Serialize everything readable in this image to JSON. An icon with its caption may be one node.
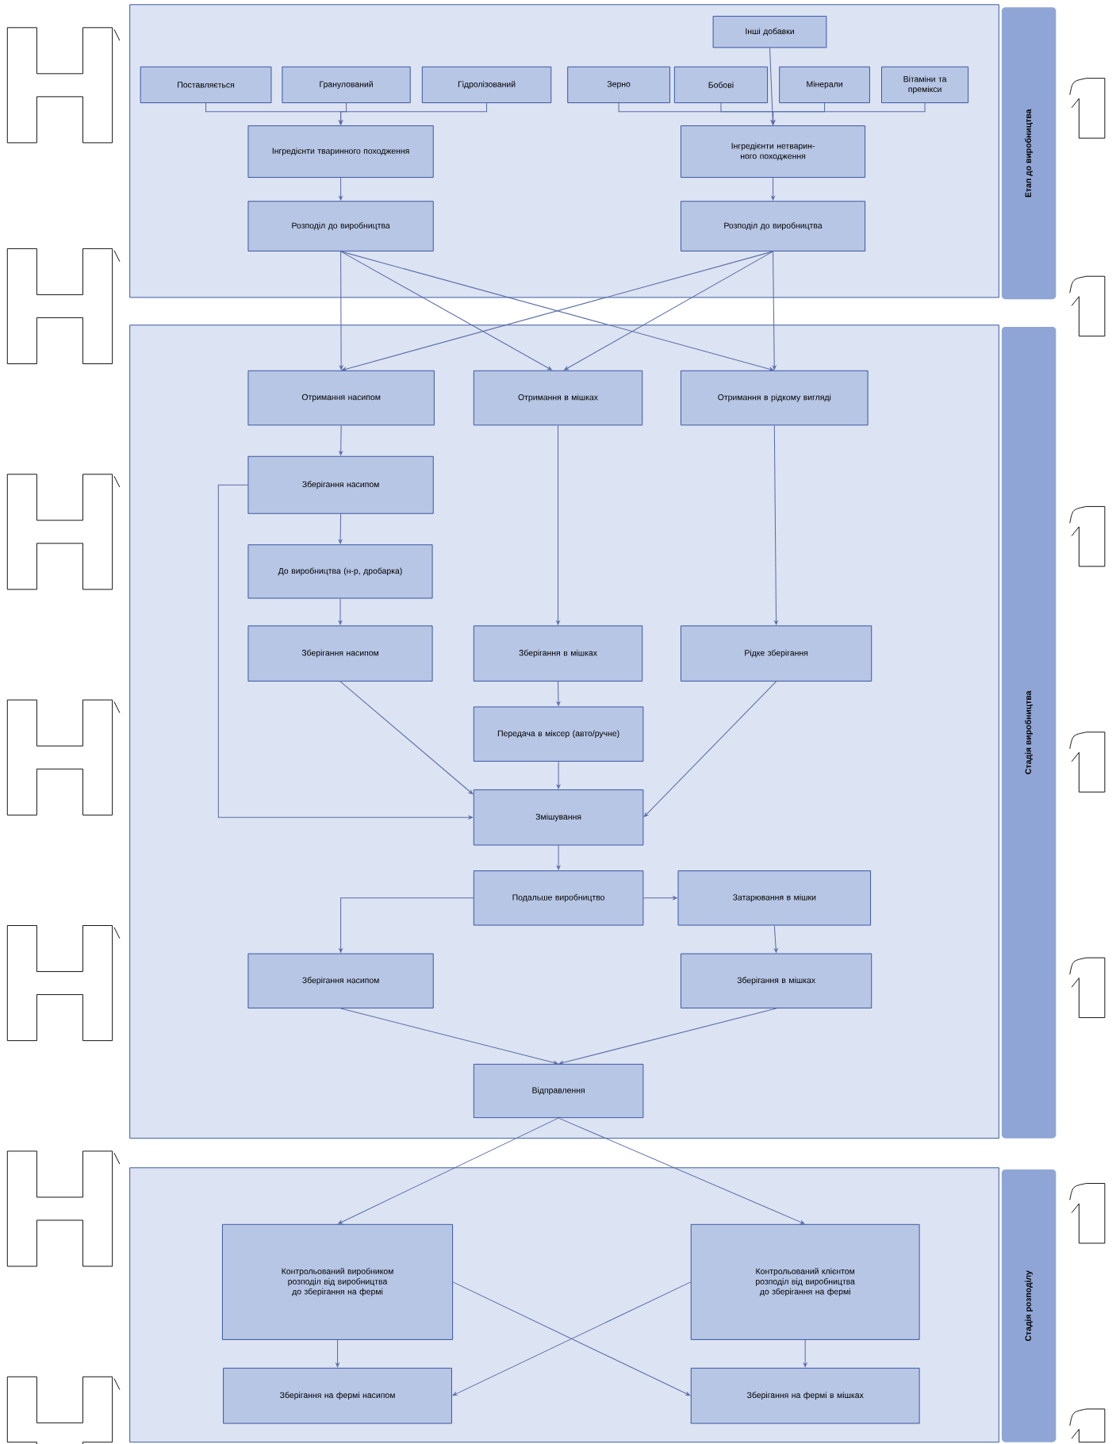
{
  "diagram": {
    "nodes": [
      {
        "text": [],
        "shape": "box"
      },
      {
        "text": [
          "Етап до виробництва"
        ]
      },
      {
        "text": [
          "Інші добавки"
        ],
        "in": 0
      },
      {
        "text": [
          "Поставляється"
        ],
        "in": 0
      },
      {
        "text": [
          "Гранулований"
        ],
        "in": 0
      },
      {
        "text": [
          "Гідролізований"
        ],
        "in": 0
      },
      {
        "text": [
          "Зерно"
        ],
        "in": 0
      },
      {
        "text": [
          "Бобові"
        ],
        "in": 0
      },
      {
        "text": [
          "Мінерали"
        ],
        "in": 0
      },
      {
        "text": [
          "Вітаміни та премікси"
        ],
        "in": 0
      },
      {
        "text": [
          "Інгредієнти тваринного походження"
        ],
        "in": 0
      },
      {
        "text": [
          "Інгредієнти нетварин-ного походження"
        ],
        "in": 0
      },
      {
        "text": [
          "Розподіл до виробництва"
        ],
        "in": 0
      },
      {
        "text": [
          "Розподіл до виробництва"
        ],
        "in": 0
      },
      {
        "text": [],
        "shape": "box"
      },
      {
        "text": [
          "Стадія виробництва"
        ]
      },
      {
        "text": [
          "Отримання насипом"
        ],
        "in": 14
      },
      {
        "text": [
          "Отримання в мішках"
        ],
        "in": 14
      },
      {
        "text": [
          "Отримання в рідкому вигляді"
        ],
        "in": 14
      },
      {
        "text": [
          "Зберігання насипом"
        ],
        "in": 14
      },
      {
        "text": [
          "До виробництва (н-р, дробарка)"
        ],
        "in": 14
      },
      {
        "text": [
          "Зберігання насипом"
        ],
        "in": 14
      },
      {
        "text": [
          "Зберігання в мішках"
        ],
        "in": 14
      },
      {
        "text": [
          "Рідке зберігання"
        ],
        "in": 14
      },
      {
        "text": [
          "Передача в міксер (авто/ручне)"
        ],
        "in": 14
      },
      {
        "text": [
          "Змішування"
        ],
        "in": 14
      },
      {
        "text": [
          "Подальше виробництво"
        ],
        "in": 14
      },
      {
        "text": [
          "Затарювання в мішки"
        ],
        "in": 14
      },
      {
        "text": [
          "Зберігання насипом"
        ],
        "in": 14
      },
      {
        "text": [
          "Зберігання в мішках"
        ],
        "in": 14
      },
      {
        "text": [
          "Відправлення"
        ],
        "in": 14
      },
      {
        "text": [],
        "shape": "box"
      },
      {
        "text": [
          "Стадія розподілу"
        ]
      },
      {
        "text": [
          "Контрольований виробником розподіл від виробництва до зберігання на фермі"
        ],
        "in": 31
      },
      {
        "text": [
          "Контрольований клієнтом розподіл від виробництва до зберігання на фермі"
        ],
        "in": 31
      },
      {
        "text": [
          "Зберігання на фермі насипом"
        ],
        "in": 31
      },
      {
        "text": [
          "Зберігання на фермі в мішках"
        ],
        "in": 31
      }
    ],
    "edges": [
      {
        "from": 3,
        "to": 10,
        "arrow": "to"
      },
      {
        "from": 4,
        "to": 10,
        "arrow": "to"
      },
      {
        "from": 5,
        "to": 10,
        "arrow": "to"
      },
      {
        "from": 6,
        "to": 11,
        "arrow": "to"
      },
      {
        "from": 7,
        "to": 11,
        "arrow": "to"
      },
      {
        "from": 8,
        "to": 11,
        "arrow": "to"
      },
      {
        "from": 9,
        "to": 11,
        "arrow": "to"
      },
      {
        "from": 2,
        "to": 11,
        "arrow": "to"
      },
      {
        "from": 10,
        "to": 12,
        "arrow": "to"
      },
      {
        "from": 11,
        "to": 13,
        "arrow": "to"
      },
      {
        "from": 12,
        "to": 16,
        "arrow": "to"
      },
      {
        "from": 12,
        "to": 17,
        "arrow": "to"
      },
      {
        "from": 12,
        "to": 18,
        "arrow": "to"
      },
      {
        "from": 13,
        "to": 16,
        "arrow": "to"
      },
      {
        "from": 13,
        "to": 17,
        "arrow": "to"
      },
      {
        "from": 13,
        "to": 18,
        "arrow": "to"
      },
      {
        "from": 16,
        "to": 19,
        "arrow": "to"
      },
      {
        "from": 19,
        "to": 20,
        "arrow": "to"
      },
      {
        "from": 20,
        "to": 21,
        "arrow": "to"
      },
      {
        "from": 19,
        "to": 25,
        "arrow": "to"
      },
      {
        "from": 17,
        "to": 22,
        "arrow": "to"
      },
      {
        "from": 18,
        "to": 23,
        "arrow": "to"
      },
      {
        "from": 21,
        "to": 25,
        "arrow": "to"
      },
      {
        "from": 22,
        "to": 24,
        "arrow": "to"
      },
      {
        "from": 24,
        "to": 25,
        "arrow": "to"
      },
      {
        "from": 23,
        "to": 25,
        "arrow": "to"
      },
      {
        "from": 25,
        "to": 26,
        "arrow": "to"
      },
      {
        "from": 26,
        "to": 27,
        "arrow": "to"
      },
      {
        "from": 26,
        "to": 28,
        "arrow": "to"
      },
      {
        "from": 27,
        "to": 29,
        "arrow": "to"
      },
      {
        "from": 28,
        "to": 30,
        "arrow": "to"
      },
      {
        "from": 29,
        "to": 30,
        "arrow": "to"
      },
      {
        "from": 30,
        "to": 33,
        "arrow": "to"
      },
      {
        "from": 30,
        "to": 34,
        "arrow": "to"
      },
      {
        "from": 33,
        "to": 35,
        "arrow": "to"
      },
      {
        "from": 33,
        "to": 36,
        "arrow": "to"
      },
      {
        "from": 34,
        "to": 35,
        "arrow": "to"
      },
      {
        "from": 34,
        "to": 36,
        "arrow": "to"
      }
    ]
  }
}
